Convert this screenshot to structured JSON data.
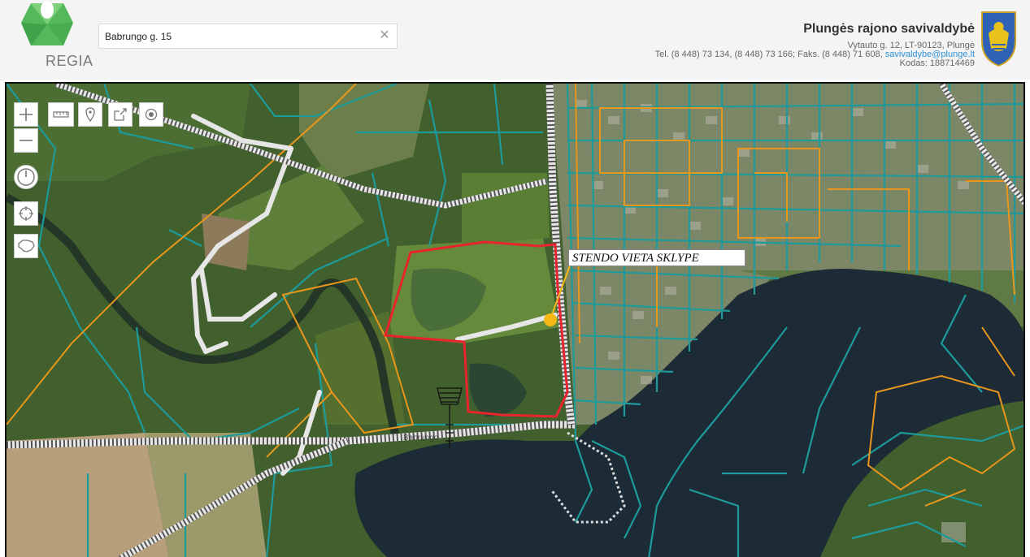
{
  "header": {
    "logo_text": "REGIA",
    "search": {
      "value": "Babrungo g. 15",
      "placeholder": ""
    },
    "municipality": {
      "name": "Plungės rajono savivaldybė",
      "address": "Vytauto g. 12, LT-90123, Plungė",
      "phones": "Tel. (8 448) 73 134, (8 448) 73 166; Faks. (8 448) 71 608,",
      "email": "savivaldybe@plunge.lt",
      "code": "Kodas: 188714469"
    }
  },
  "map": {
    "annotation_label": "STENDO VIETA SKLYPE",
    "road_label": "Babrungo",
    "colors": {
      "parcel_line": "#1d9a9a",
      "orange_line": "#e8961c",
      "highlight_parcel": "#e8242c",
      "marker": "#f6b914",
      "water": "#1c2b35"
    },
    "toolbar": {
      "zoom_in": "plus-icon",
      "zoom_out": "minus-icon",
      "measure": "ruler-icon",
      "marker": "map-pin-icon",
      "share": "share-icon",
      "record": "target-icon",
      "history": "clock-icon",
      "locate": "crosshair-icon",
      "lithuania": "lithuania-outline-icon"
    }
  }
}
